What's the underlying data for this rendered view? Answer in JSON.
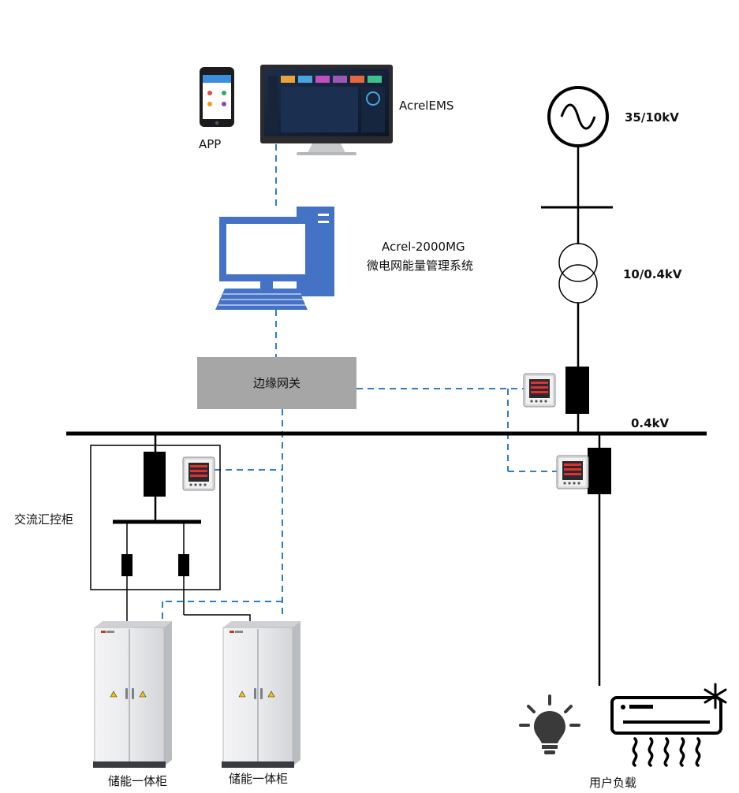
{
  "labels": {
    "app": "APP",
    "ems": "AcrelEMS",
    "system_name": "Acrel-2000MG",
    "system_desc": "微电网能量管理系统",
    "gateway": "边缘网关",
    "v_35_10": "35/10kV",
    "v_10_04": "10/0.4kV",
    "v_04": "0.4kV",
    "ac_cabinet": "交流汇控柜",
    "storage_1": "储能一体柜",
    "storage_2": "储能一体柜",
    "user_load": "用户负载"
  },
  "colors": {
    "comm_line": "#2f7dc4",
    "power_line": "#000000",
    "gateway_fill": "#a6a6a6",
    "pc_blue": "#4472c4",
    "cabinet": "#e6e7e9"
  },
  "icons": {
    "phone": "smartphone-icon",
    "monitor": "monitor-icon",
    "pc": "desktop-computer-icon",
    "meter": "power-meter-icon",
    "source": "ac-source-icon",
    "transformer": "transformer-icon",
    "lamp": "light-bulb-icon",
    "ac": "air-conditioner-icon"
  }
}
